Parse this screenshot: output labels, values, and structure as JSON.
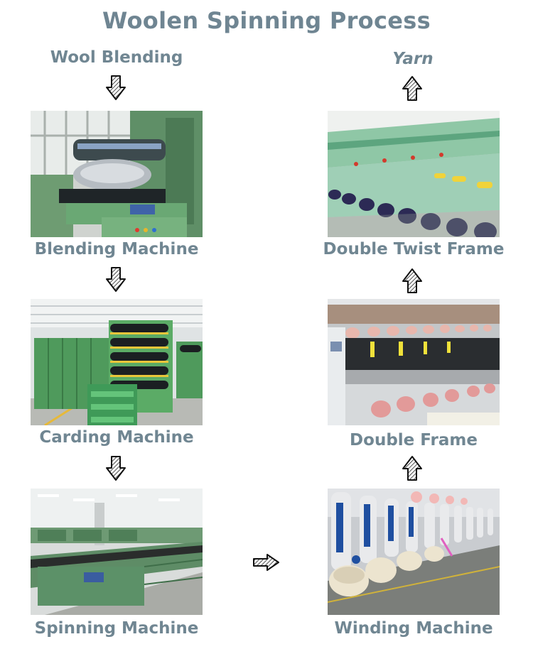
{
  "title": "Woolen Spinning Process",
  "start_label": "Wool Blending",
  "end_label": "Yarn",
  "steps": [
    {
      "label": "Blending Machine",
      "photo": "blending-machine-photo"
    },
    {
      "label": "Carding Machine",
      "photo": "carding-machine-photo"
    },
    {
      "label": "Spinning Machine",
      "photo": "spinning-machine-photo"
    },
    {
      "label": "Winding Machine",
      "photo": "winding-machine-photo"
    },
    {
      "label": "Double Frame",
      "photo": "double-frame-photo"
    },
    {
      "label": "Double Twist Frame",
      "photo": "double-twist-frame-photo"
    }
  ],
  "colors": {
    "text": "#6f8592",
    "machine_green": "#5fa36a",
    "arrow": "#1a1a1a"
  }
}
